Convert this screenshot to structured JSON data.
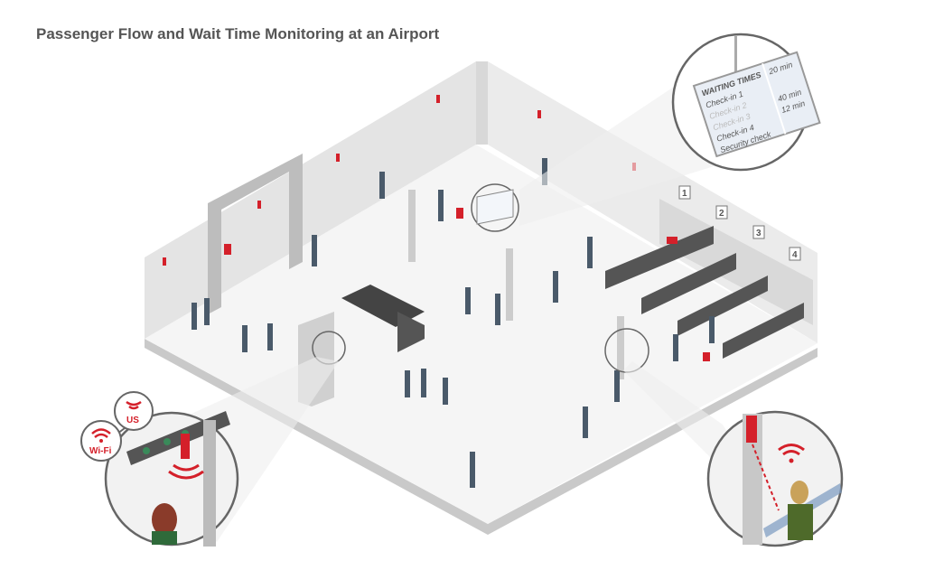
{
  "title": "Passenger Flow and Wait Time Monitoring at an Airport",
  "waiting_sign": {
    "heading": "WAITING TIMES",
    "rows": [
      {
        "label": "Check-in 1",
        "time": "20 min"
      },
      {
        "label": "Check-in 2",
        "time": ""
      },
      {
        "label": "Check-in 3",
        "time": "40 min"
      },
      {
        "label": "Check-in 4",
        "time": "12 min"
      },
      {
        "label": "Security check",
        "time": ""
      }
    ]
  },
  "sensor_badges": {
    "wifi": "Wi-Fi",
    "us": "US"
  },
  "checkin_counters": [
    "1",
    "2",
    "3",
    "4"
  ],
  "colors": {
    "accent": "#d4202a",
    "wall": "#e6e6e6",
    "floor": "#f6f6f6",
    "outline": "#666666"
  }
}
